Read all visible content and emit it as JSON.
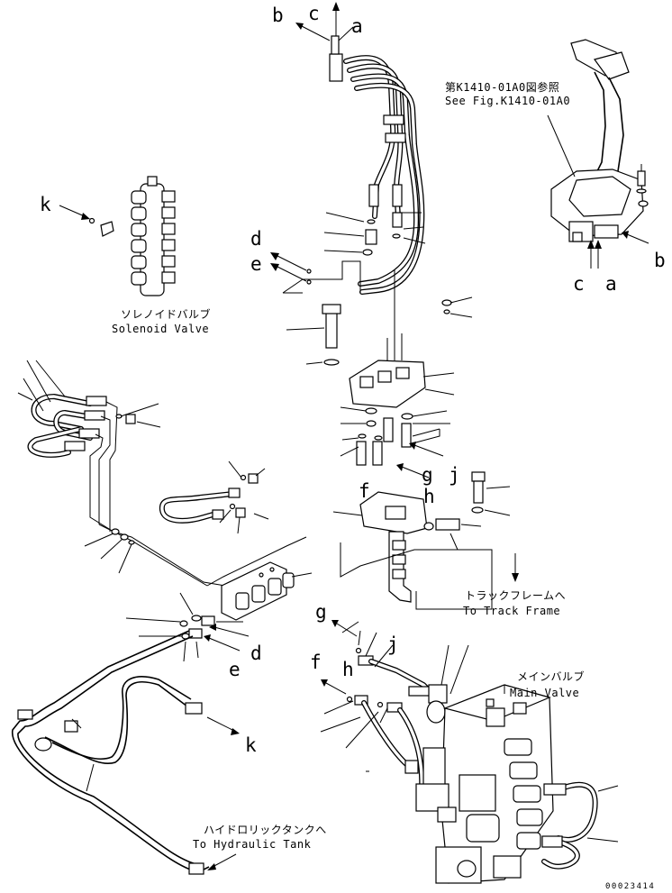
{
  "letters": {
    "a_top": "a",
    "b_top": "b",
    "c_top": "c",
    "a_pedal": "a",
    "b_pedal": "b",
    "c_pedal": "c",
    "d_left": "d",
    "e_left": "e",
    "d_mid": "d",
    "e_mid": "e",
    "f_top": "f",
    "g_top": "g",
    "h_top": "h",
    "j_top": "j",
    "f_bot": "f",
    "g_bot": "g",
    "h_bot": "h",
    "j_bot": "j",
    "k_left": "k",
    "k_bot": "k"
  },
  "notes": {
    "see_fig_jp": "第K1410-01A0図参照",
    "see_fig_en": "See Fig.K1410-01A0",
    "solenoid_jp": "ソレノイドバルブ",
    "solenoid_en": "Solenoid Valve",
    "track_jp": "トラックフレームへ",
    "track_en": "To Track Frame",
    "main_jp": "メインバルブ",
    "main_en": "Main Valve",
    "tank_jp": "ハイドロリックタンクへ",
    "tank_en": "To Hydraulic Tank"
  },
  "drawing_number": "00023414"
}
